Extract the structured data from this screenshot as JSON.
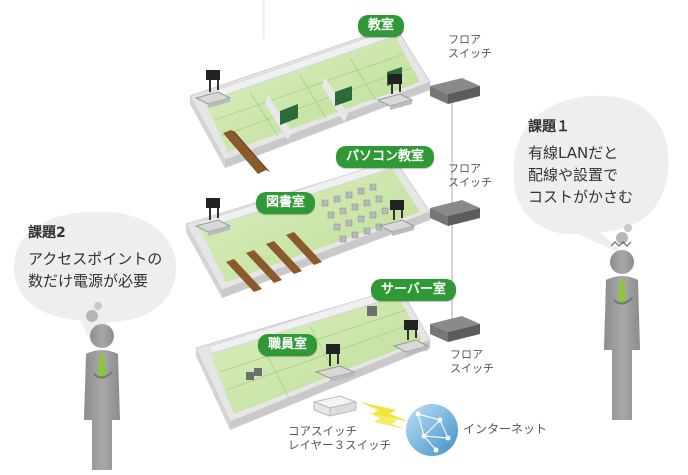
{
  "rooms": {
    "classroom": "教室",
    "pc_room": "パソコン教室",
    "library": "図書室",
    "server_room": "サーバー室",
    "staff_room": "職員室"
  },
  "switch_labels": {
    "floor_switch_line1": "フロア",
    "floor_switch_line2": "スイッチ"
  },
  "core_switch": {
    "line1": "コアスイッチ",
    "line2": "レイヤー３スイッチ"
  },
  "internet": "インターネット",
  "issue1": {
    "title": "課題１",
    "lines": [
      "有線LANだと",
      "配線や設置で",
      "コストがかさむ"
    ]
  },
  "issue2": {
    "title": "課題2",
    "lines": [
      "アクセスポイントの",
      "数だけ電源が必要"
    ]
  },
  "colors": {
    "floor_green": "#cfe6ae",
    "grid_green": "#9fc77a",
    "wall": "#e3e3e3",
    "pill_green": "#2f9a35",
    "person_gray": "#9a9a9a",
    "tie_green": "#8cc63f"
  }
}
